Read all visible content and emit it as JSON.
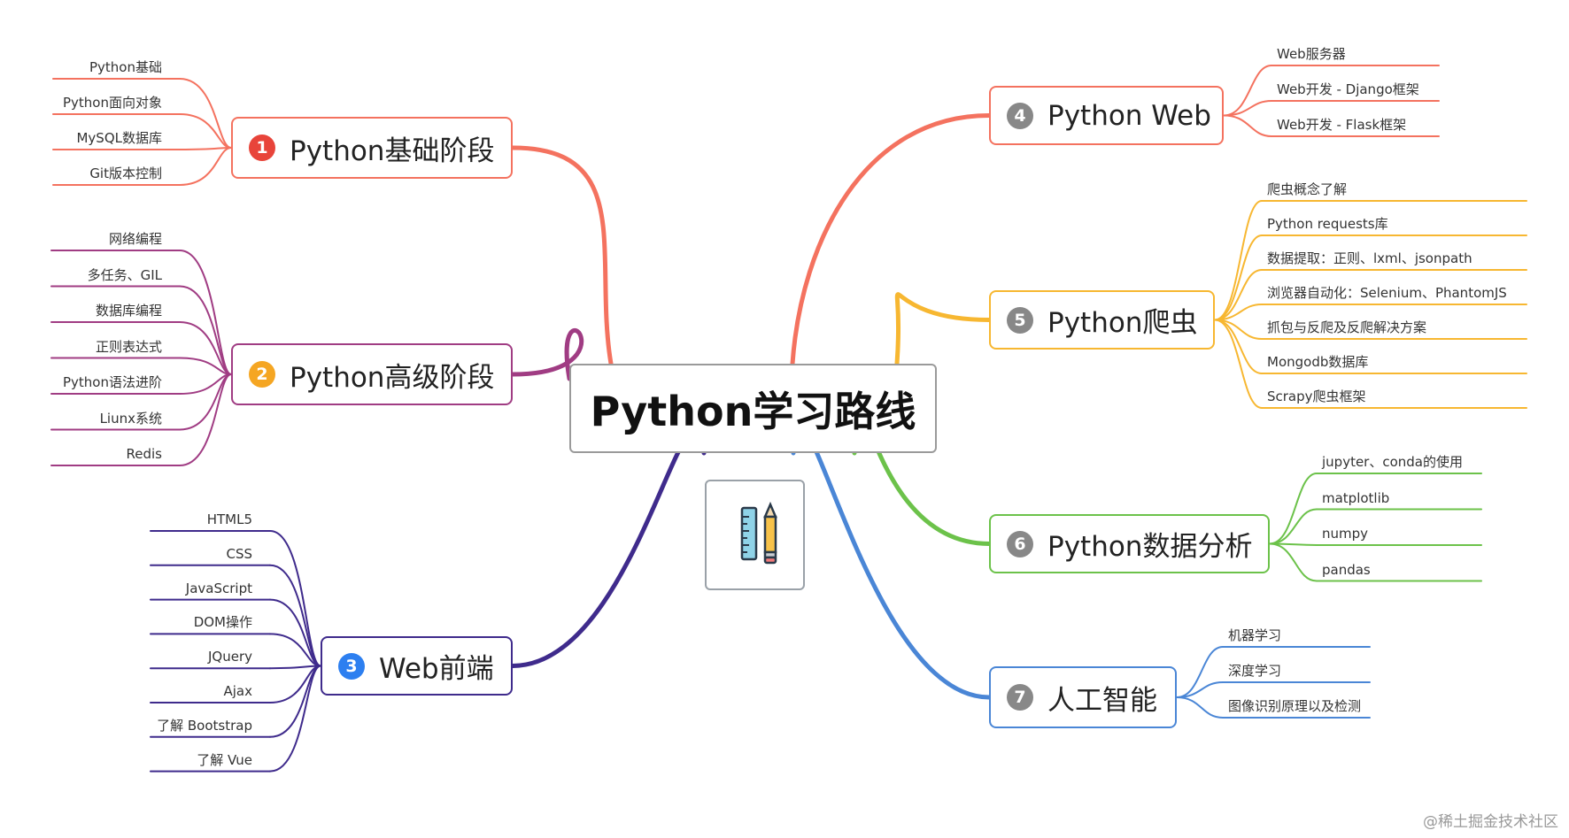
{
  "root": {
    "title": "Python学习路线"
  },
  "branches": [
    {
      "num": "1",
      "title": "Python基础阶段",
      "color": "#f4725f",
      "numColor": "#e8443a",
      "leaves": [
        "Python基础",
        "Python面向对象",
        "MySQL数据库",
        "Git版本控制"
      ]
    },
    {
      "num": "2",
      "title": "Python高级阶段",
      "color": "#a03c83",
      "numColor": "#f5a623",
      "leaves": [
        "网络编程",
        "多任务、GIL",
        "数据库编程",
        "正则表达式",
        "Python语法进阶",
        "Liunx系统",
        "Redis"
      ]
    },
    {
      "num": "3",
      "title": "Web前端",
      "color": "#3f2b8c",
      "numColor": "#2d7ff0",
      "leaves": [
        "HTML5",
        "CSS",
        "JavaScript",
        "DOM操作",
        "JQuery",
        "Ajax",
        "了解 Bootstrap",
        "了解 Vue"
      ]
    },
    {
      "num": "4",
      "title": "Python Web",
      "color": "#f4725f",
      "numColor": "#888888",
      "leaves": [
        "Web服务器",
        "Web开发 - Django框架",
        "Web开发 - Flask框架"
      ]
    },
    {
      "num": "5",
      "title": "Python爬虫",
      "color": "#f7b731",
      "numColor": "#888888",
      "leaves": [
        "爬虫概念了解",
        "Python requests库",
        "数据提取：正则、lxml、jsonpath",
        "浏览器自动化：Selenium、PhantomJS",
        "抓包与反爬及反爬解决方案",
        "Mongodb数据库",
        "Scrapy爬虫框架"
      ]
    },
    {
      "num": "6",
      "title": "Python数据分析",
      "color": "#6cc24a",
      "numColor": "#888888",
      "leaves": [
        "jupyter、conda的使用",
        "matplotlib",
        "numpy",
        "pandas"
      ]
    },
    {
      "num": "7",
      "title": "人工智能",
      "color": "#4a86d6",
      "numColor": "#888888",
      "leaves": [
        "机器学习",
        "深度学习",
        "图像识别原理以及检测"
      ]
    }
  ],
  "watermark": "@稀土掘金技术社区"
}
